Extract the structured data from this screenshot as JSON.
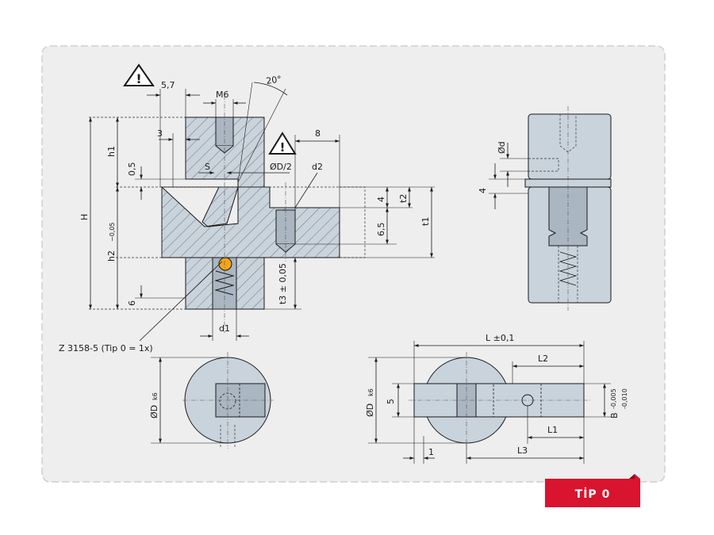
{
  "labels": {
    "dim_57": "5,7",
    "dim_m6": "M6",
    "dim_20deg": "20°",
    "dim_3": "3",
    "dim_8": "8",
    "dim_h1": "h1",
    "dim_05": "0,5",
    "dim_s": "S",
    "dim_od2": "ØD/2",
    "dim_d2": "d2",
    "dim_H": "H",
    "dim_h2": "h2",
    "dim_h2_tol": "−0,05",
    "dim_6": "6",
    "dim_4": "4",
    "dim_t2": "t2",
    "dim_65": "6,5",
    "dim_t1": "t1",
    "dim_t3": "t3 ± 0,05",
    "dim_d1": "d1",
    "part_ref": "Z 3158-5 (Tip 0 = 1x)",
    "dim_od_top": "Ød",
    "dim_4_right": "4",
    "dim_L": "L ±0,1",
    "dim_L2": "L2",
    "dim_OD_k6": "ØD",
    "dim_k6": "k6",
    "dim_5": "5",
    "dim_B": "B",
    "dim_B_tol1": "-0,005",
    "dim_B_tol2": "-0,010",
    "dim_L1": "L1",
    "dim_1": "1",
    "dim_L3": "L3",
    "dim_OD_left": "ØD",
    "dim_k6_left": "k6"
  },
  "badge": {
    "label": "TİP 0"
  },
  "colors": {
    "panel_bg": "#eeeeee",
    "part_fill": "#c9d3dc",
    "tag_red": "#d8142e",
    "warning_orange": "#f3a51b"
  }
}
